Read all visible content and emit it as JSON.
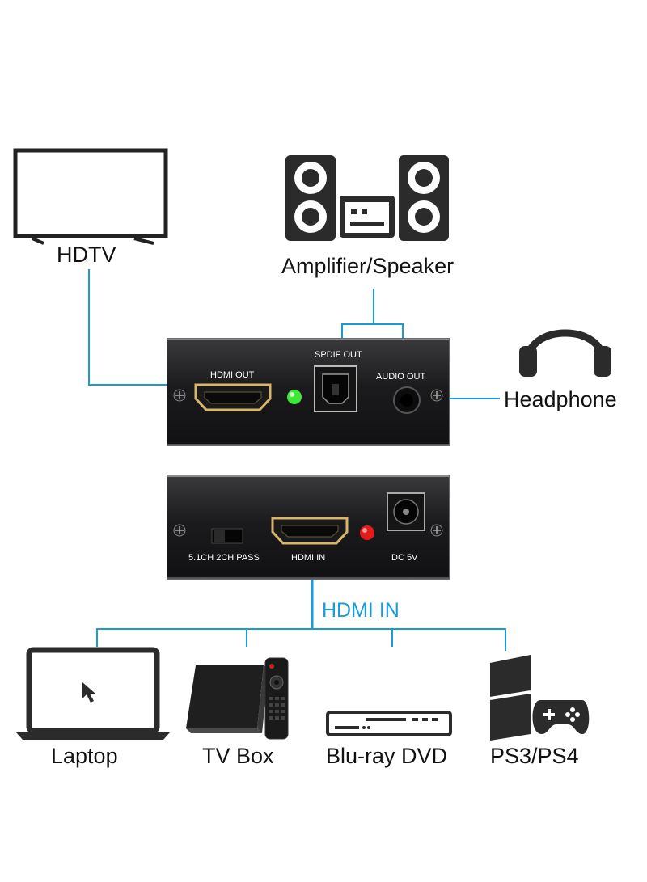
{
  "labels": {
    "hdtv": "HDTV",
    "amplifier": "Amplifier/Speaker",
    "headphone": "Headphone",
    "hdmi_in_arrow": "HDMI IN",
    "laptop": "Laptop",
    "tv_box": "TV Box",
    "bluray": "Blu-ray DVD",
    "ps": "PS3/PS4"
  },
  "device_front": {
    "hdmi_out": "HDMI OUT",
    "spdif_out": "SPDIF OUT",
    "audio_out": "AUDIO OUT"
  },
  "device_back": {
    "switch": "5.1CH 2CH PASS",
    "hdmi_in": "HDMI IN",
    "dc": "DC 5V"
  },
  "colors": {
    "connector_line": "#1a9bd7",
    "accent_text": "#1a9bd7",
    "led_green": "#3ee83a",
    "led_red": "#e21b1b"
  }
}
